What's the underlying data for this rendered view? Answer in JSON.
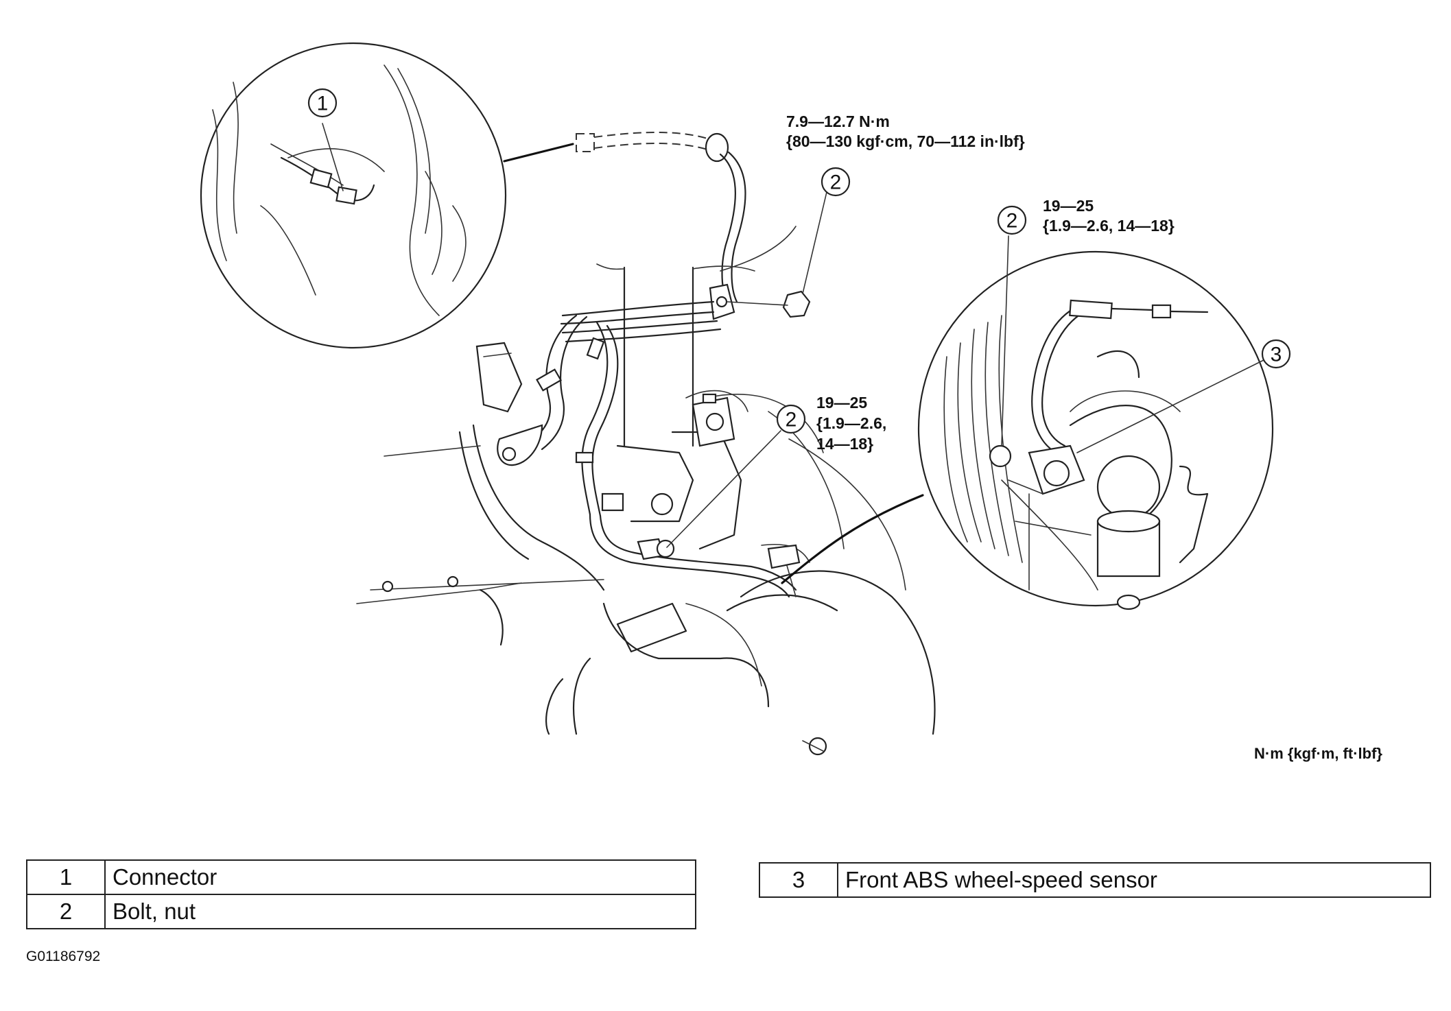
{
  "callouts": {
    "inset_left": "1",
    "top_nut": "2",
    "bracket_bolt": "2",
    "right_inset_bolt": "2",
    "sensor": "3"
  },
  "torque_specs": {
    "harness_bracket_line1": "7.9—12.7 N·m",
    "harness_bracket_line2": "{80—130 kgf·cm, 70—112 in·lbf}",
    "sensor_bolt_line1": "19—25",
    "sensor_bolt_line2": "{1.9—2.6, 14—18}",
    "bracket_bolt_line1": "19—25",
    "bracket_bolt_line2": "{1.9—2.6,",
    "bracket_bolt_line3": "14—18}"
  },
  "units_note": "N·m {kgf·m, ft·lbf}",
  "legend": {
    "left": [
      {
        "num": "1",
        "label": "Connector"
      },
      {
        "num": "2",
        "label": "Bolt, nut"
      }
    ],
    "right": [
      {
        "num": "3",
        "label": "Front ABS wheel-speed sensor"
      }
    ]
  },
  "figure_id": "G01186792"
}
